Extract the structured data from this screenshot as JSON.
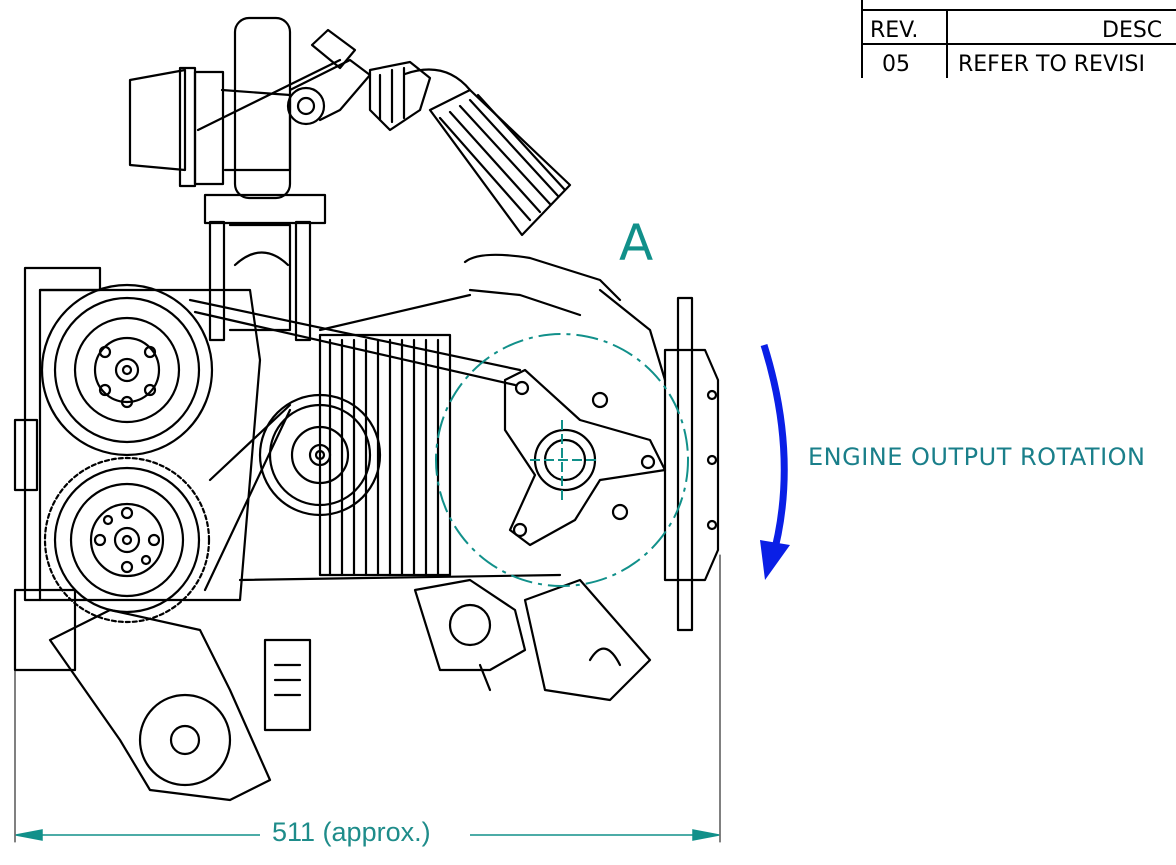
{
  "revision_table": {
    "header_rev": "REV.",
    "header_desc": "DESC",
    "row_rev": "05",
    "row_desc": "REFER TO REVISI"
  },
  "view_label": "A",
  "rotation_label": "ENGINE OUTPUT ROTATION",
  "dimension_label": "511  (approx.)",
  "colors": {
    "line": "#000000",
    "teal": "#11908a",
    "arrow_blue": "#0a1fe6"
  }
}
